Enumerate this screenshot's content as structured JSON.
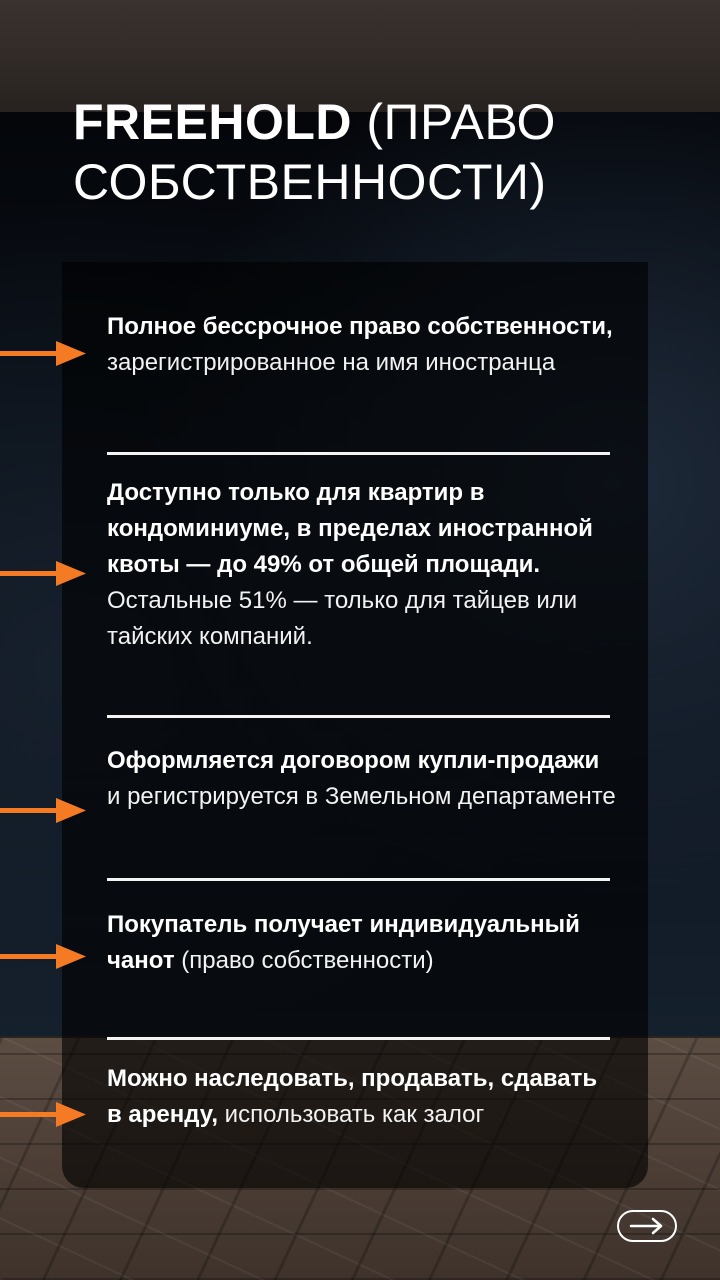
{
  "title": {
    "bold": "FREEHOLD",
    "regular_line1": " (ПРАВО",
    "regular_line2": "СОБСТВЕННОСТИ)"
  },
  "colors": {
    "accent": "#f47a24",
    "text": "#ffffff",
    "panel": "rgba(0,0,0,0.6)"
  },
  "items": [
    {
      "bold": "Полное бессрочное право собственности,",
      "regular": " зарегистрированное на имя иностранца"
    },
    {
      "bold": "Доступно только для квартир в кондоминиуме, в пределах иностранной квоты — до 49% от общей площади.",
      "regular": "Остальные 51% — только для тайцев или тайских компаний."
    },
    {
      "bold": "Оформляется договором купли-продажи",
      "regular": " и регистрируется в Земельном департаменте"
    },
    {
      "bold": "Покупатель получает индивидуальный чанот",
      "regular": " (право собственности)"
    },
    {
      "bold": "Можно наследовать, продавать, сдавать в аренду,",
      "regular": " использовать как залог"
    }
  ],
  "next_button": {
    "icon": "arrow-right-icon"
  }
}
